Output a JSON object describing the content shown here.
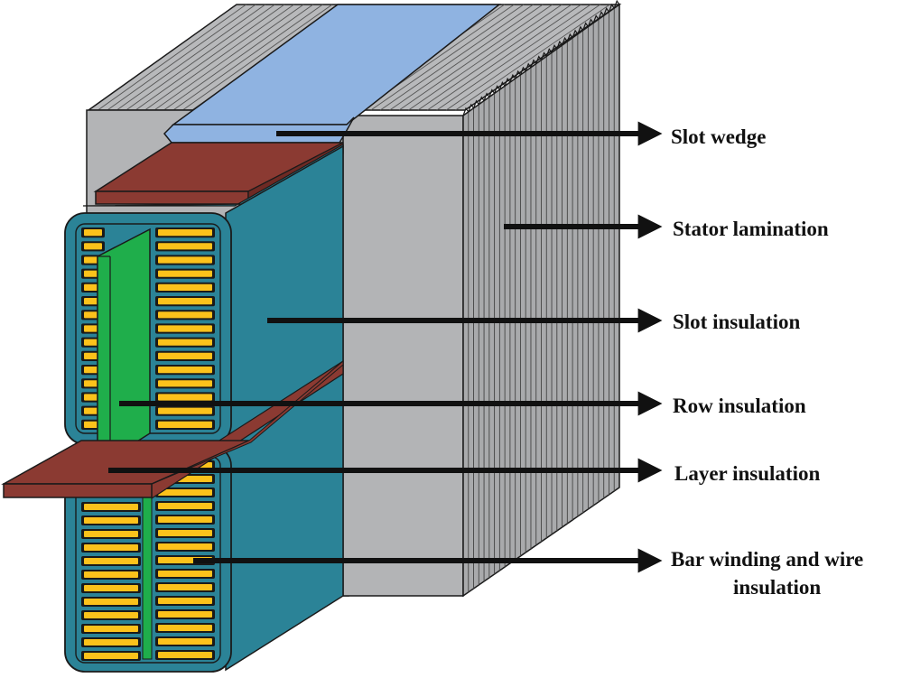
{
  "labels": {
    "slot_wedge": "Slot wedge",
    "stator_lamination": "Stator lamination",
    "slot_insulation": "Slot insulation",
    "row_insulation": "Row insulation",
    "layer_insulation": "Layer insulation",
    "bar_winding_line1": "Bar winding and wire",
    "bar_winding_line2": "insulation"
  },
  "colors": {
    "lamination_gray": "#b3b4b6",
    "lamination_edge": "#9c9d9f",
    "slot_insulation": "#2b8397",
    "slot_insulation_dark": "#1d6a7b",
    "layer_insulation": "#8b3a32",
    "layer_insulation_dark": "#6e2a24",
    "row_insulation": "#1fae4b",
    "row_insulation_dark": "#168a3a",
    "slot_wedge": "#8fb3e1",
    "conductor": "#fcc21b",
    "arrow": "#111111",
    "outline": "#1a1a1a"
  }
}
